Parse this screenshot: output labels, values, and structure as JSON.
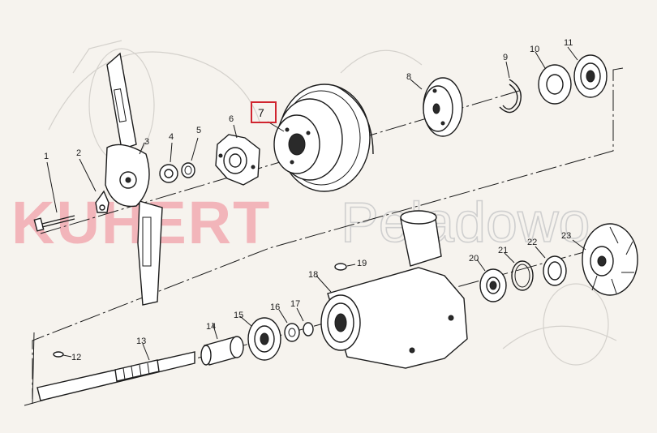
{
  "watermark": {
    "brand_red": "KUHERT",
    "brand_gray": "Peladowo"
  },
  "highlight_color": "#d0252f",
  "parts": {
    "p1": "1",
    "p2": "2",
    "p3": "3",
    "p4": "4",
    "p5": "5",
    "p6": "6",
    "p7": "7",
    "p8": "8",
    "p9": "9",
    "p10": "10",
    "p11": "11",
    "p12": "12",
    "p13": "13",
    "p14": "14",
    "p15": "15",
    "p16": "16",
    "p17": "17",
    "p18": "18",
    "p19": "19",
    "p20": "20",
    "p21": "21",
    "p22": "22",
    "p23": "23"
  },
  "highlighted_part": "7"
}
